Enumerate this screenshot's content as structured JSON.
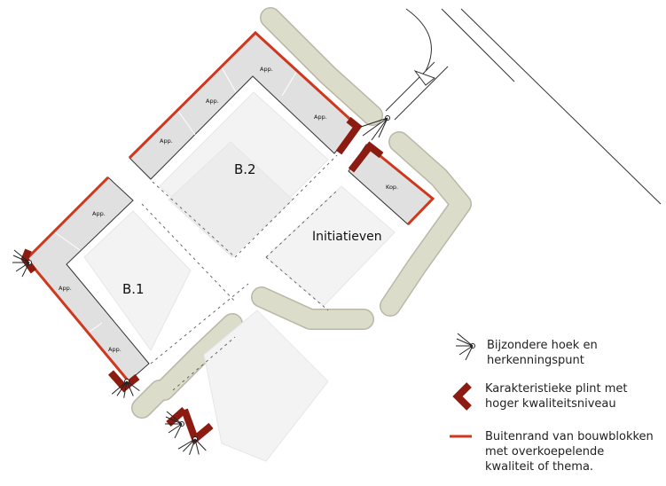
{
  "blocks": {
    "b2": {
      "label": "B.2",
      "units": [
        "App.",
        "App.",
        "App.",
        "App."
      ]
    },
    "b1": {
      "label": "B.1",
      "units": [
        "App.",
        "App.",
        "App."
      ]
    },
    "initiatieven": {
      "label": "Initiatieven",
      "units": [
        "Kop."
      ]
    }
  },
  "legend": {
    "items": [
      {
        "icon": "viewpoint-icon",
        "lines": [
          "Bijzondere hoek en",
          "herkenningspunt"
        ]
      },
      {
        "icon": "corner-marker-icon",
        "lines": [
          "Karakteristieke plint met",
          "hoger kwaliteitsniveau"
        ]
      },
      {
        "icon": "red-line-icon",
        "lines": [
          "Buitenrand van bouwblokken",
          "met overkoepelende",
          "kwaliteit of thema."
        ]
      }
    ]
  },
  "colors": {
    "outline": "#d0381e",
    "marker": "#8c1b12",
    "block": "#e0e0e0",
    "trees": "#dcdccb",
    "courtyard": "#f3f3f3"
  }
}
